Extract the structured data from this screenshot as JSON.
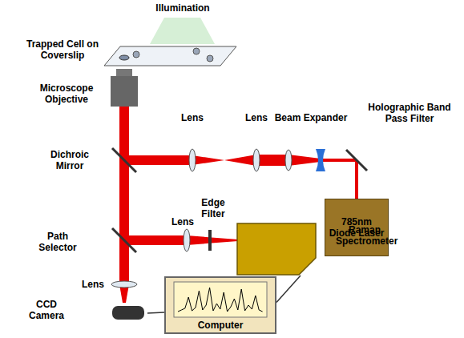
{
  "diagram": {
    "nodes": [
      {
        "text": [
          "785nm Diode Laser"
        ]
      },
      {
        "text": [
          "Raman Spectrometer"
        ]
      },
      {
        "text": [
          "CCD Camera"
        ]
      },
      {
        "text": [
          "Computer"
        ]
      }
    ],
    "edges": [
      {
        "from": 1,
        "to": 3,
        "arrow": "none"
      },
      {
        "from": 2,
        "to": 3,
        "arrow": "none"
      }
    ],
    "labels": [
      "Illumination",
      "Trapped Cell on Coverslip",
      "Microscope Objective",
      "Dichroic Mirror",
      "Lens",
      "Lens",
      "Beam Expander",
      "Holographic Band Pass Filter",
      "Path Selector",
      "Lens",
      "Edge Filter",
      "Lens"
    ]
  }
}
